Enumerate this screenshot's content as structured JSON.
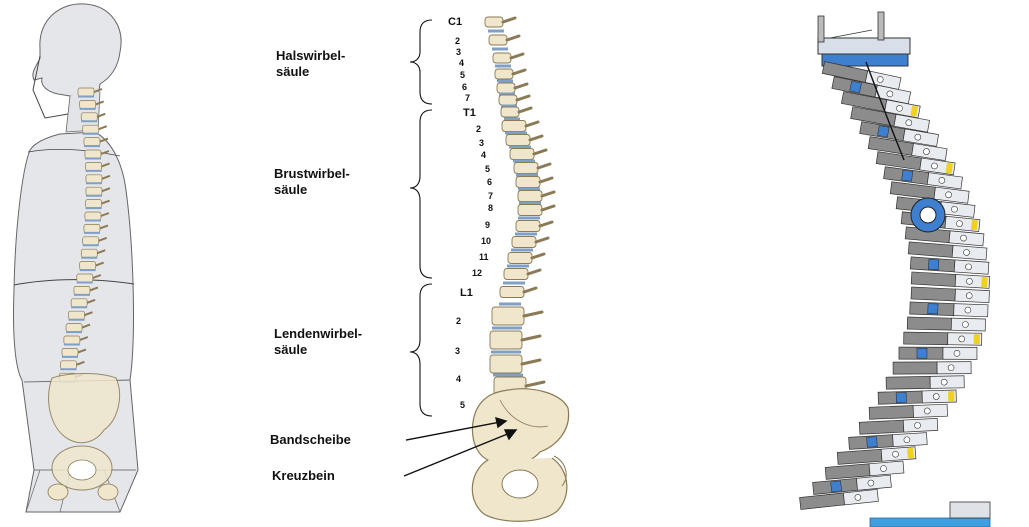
{
  "regions": {
    "cervical": {
      "line1": "Halswirbel-",
      "line2": "säule"
    },
    "thoracic": {
      "line1": "Brustwirbel-",
      "line2": "säule"
    },
    "lumbar": {
      "line1": "Lendenwirbel-",
      "line2": "säule"
    }
  },
  "cervical_numbers": [
    "C1",
    "2",
    "3",
    "4",
    "5",
    "6",
    "7"
  ],
  "thoracic_numbers": [
    "T1",
    "2",
    "3",
    "4",
    "5",
    "6",
    "7",
    "8",
    "9",
    "10",
    "11",
    "12"
  ],
  "lumbar_numbers": [
    "L1",
    "2",
    "3",
    "4",
    "5"
  ],
  "callouts": {
    "disc": "Bandscheibe",
    "sacrum": "Kreuzbein"
  },
  "colors": {
    "bone": "#efe6cc",
    "bone_edge": "#8a7a55",
    "disc": "#7f9fc6",
    "robot_blue": "#3f7fd0",
    "robot_gray": "#8c8c8c",
    "robot_yellow": "#f0d020",
    "body_fill": "#e3e4e8"
  }
}
